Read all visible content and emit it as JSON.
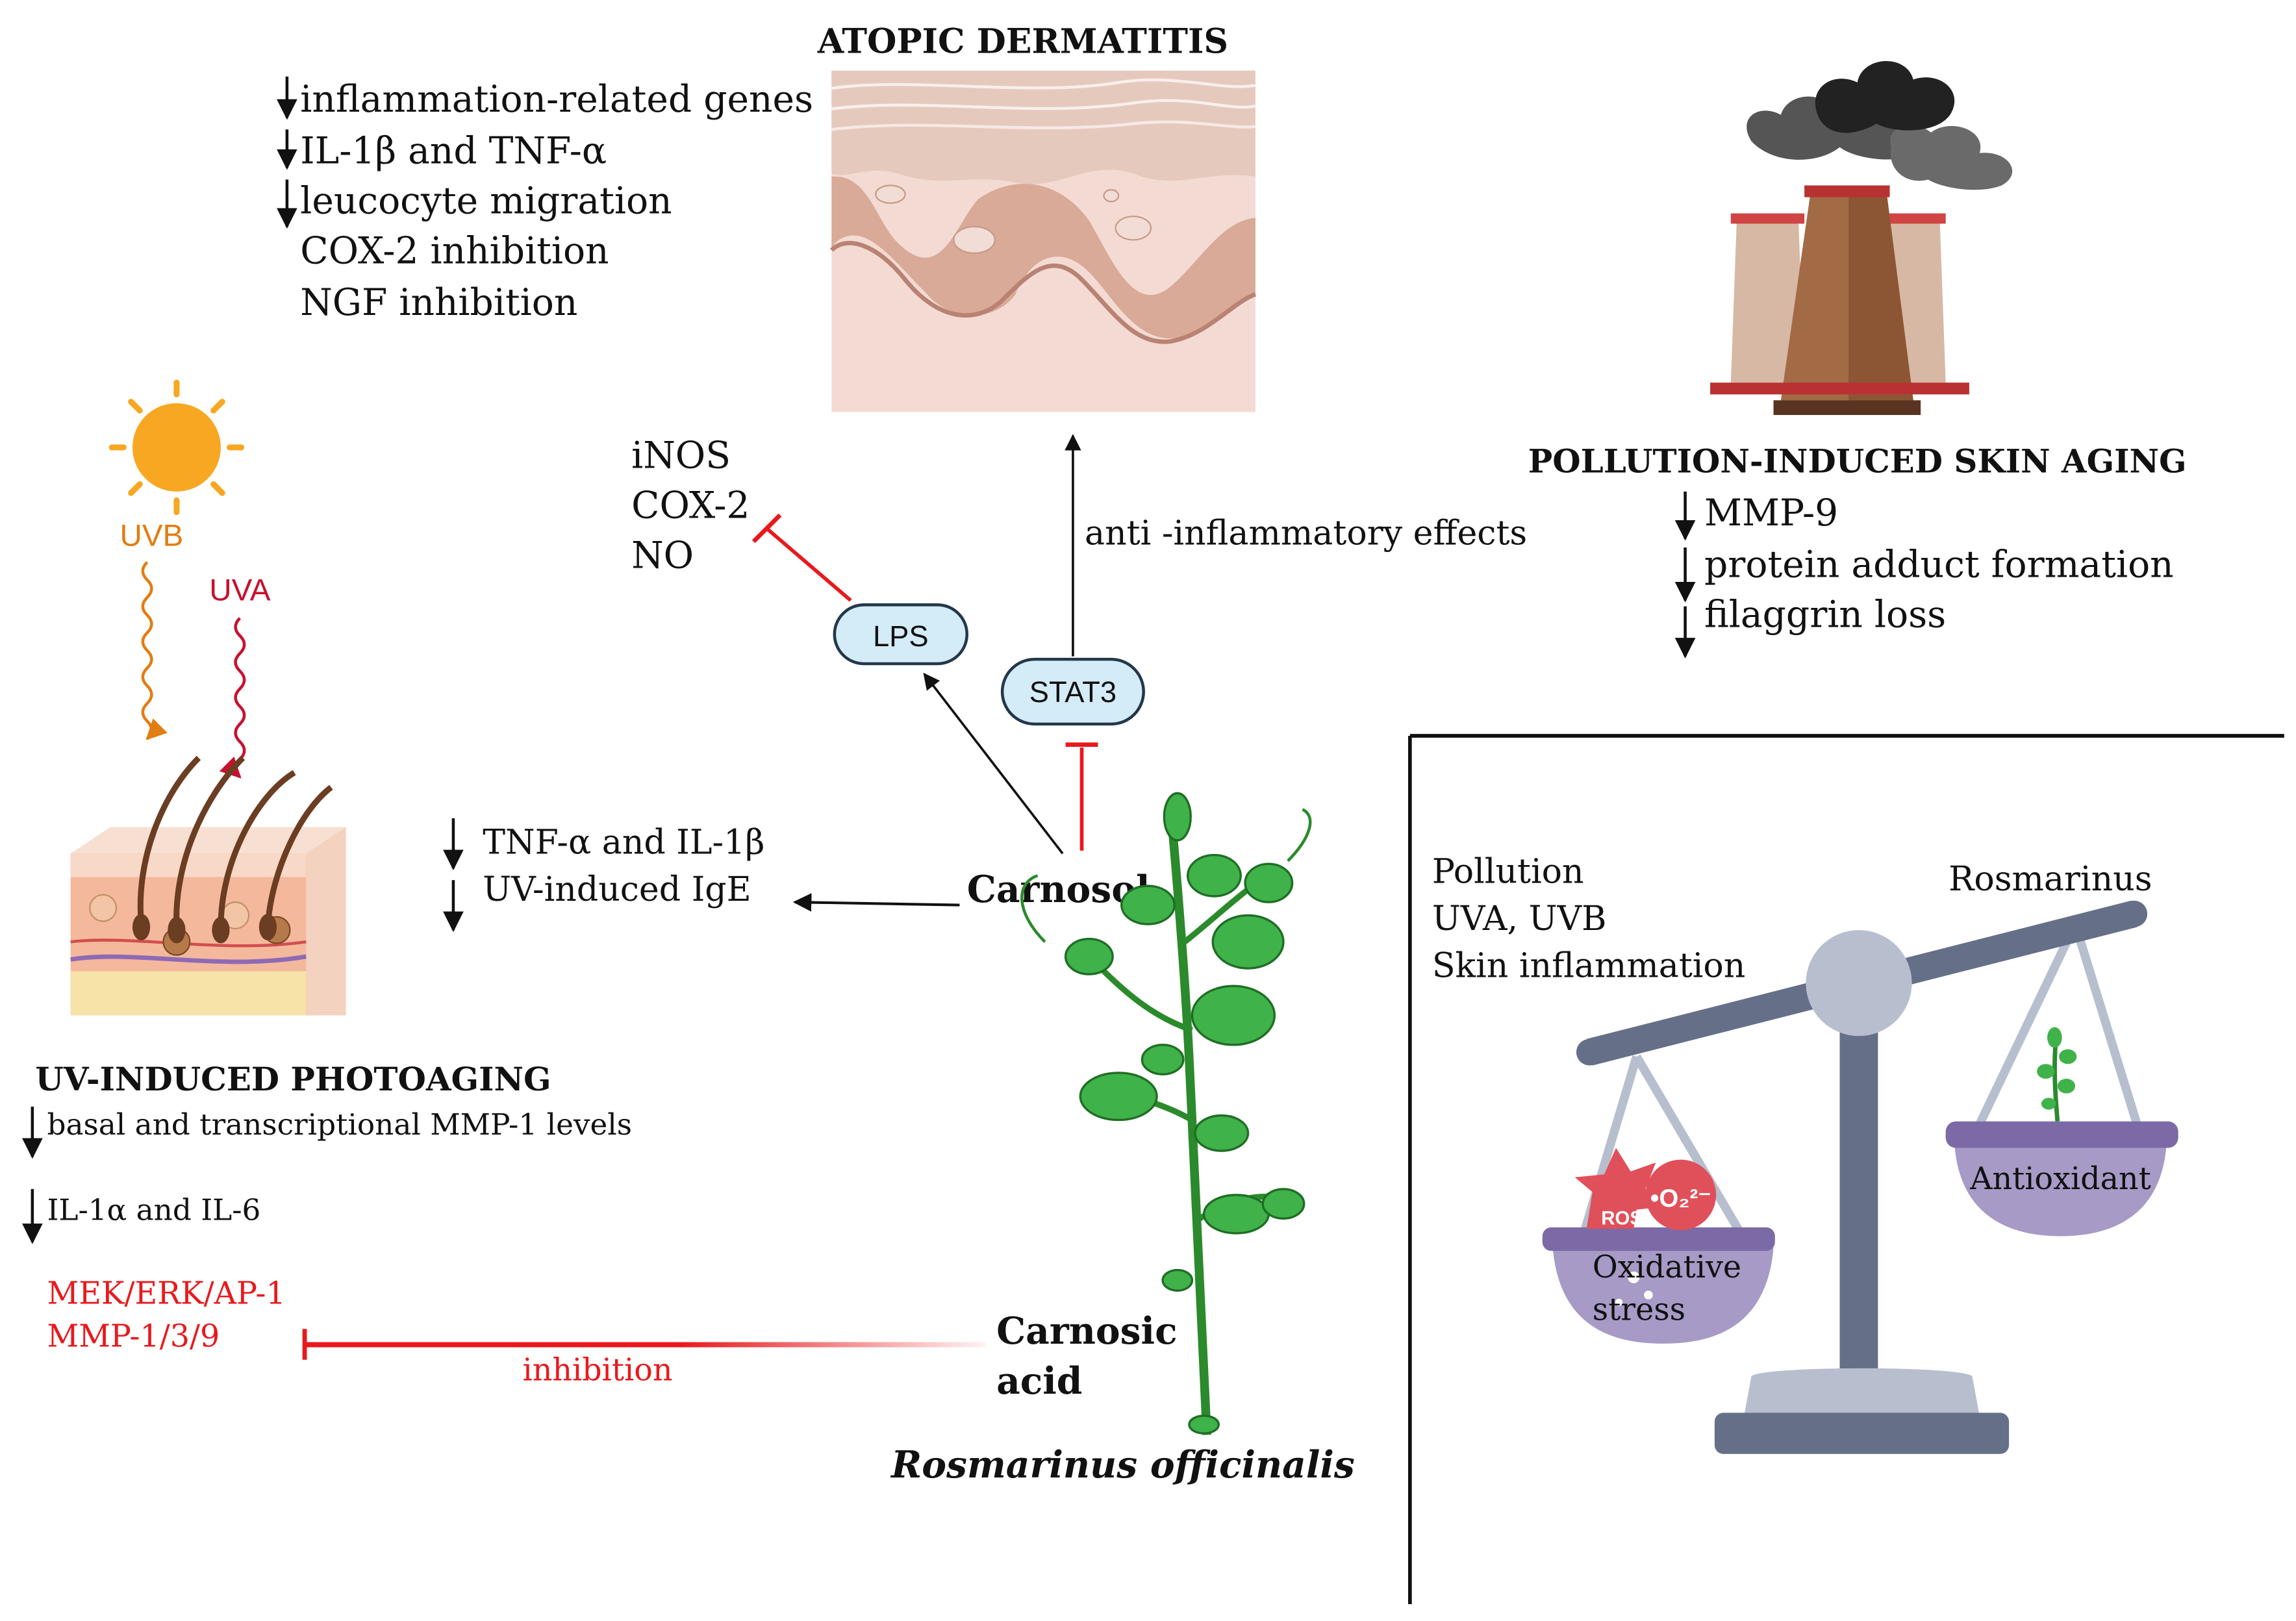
{
  "atopic": {
    "title": "ATOPIC DERMATITIS",
    "effects": [
      "inflammation-related genes",
      "IL-1β and TNF-α",
      "leucocyte migration",
      "COX-2 inhibition",
      "NGF inhibition"
    ]
  },
  "lps_targets": [
    "iNOS",
    "COX-2",
    "NO"
  ],
  "nodes": {
    "lps": "LPS",
    "stat3": "STAT3"
  },
  "anti_inflammatory": "anti -inflammatory effects",
  "pollution": {
    "title": "POLLUTION-INDUCED SKIN AGING",
    "effects": [
      "MMP-9",
      "protein adduct formation",
      "filaggrin loss"
    ]
  },
  "uv": {
    "uvb": "UVB",
    "uva": "UVA"
  },
  "carnosol": {
    "label": "Carnosol",
    "effects": [
      "TNF-α and IL-1β",
      "UV-induced IgE"
    ]
  },
  "photoaging": {
    "title": "UV-INDUCED PHOTOAGING",
    "line1": "basal and transcriptional MMP-1 levels",
    "line2": "IL-1α  and IL-6",
    "red1": "MEK/ERK/AP-1",
    "red2": "MMP-1/3/9"
  },
  "carnosic": {
    "line1": "Carnosic",
    "line2": "acid",
    "inhibition": "inhibition"
  },
  "species": "Rosmarinus officinalis",
  "balance": {
    "left_labels": [
      "Pollution",
      "UVA, UVB",
      "Skin inflammation"
    ],
    "right_label": "Rosmarinus",
    "left_pan_1": "Oxidative",
    "left_pan_2": "stress",
    "right_pan": "Antioxidant",
    "ros": "ROS",
    "o2": "•O₂²⁻"
  }
}
